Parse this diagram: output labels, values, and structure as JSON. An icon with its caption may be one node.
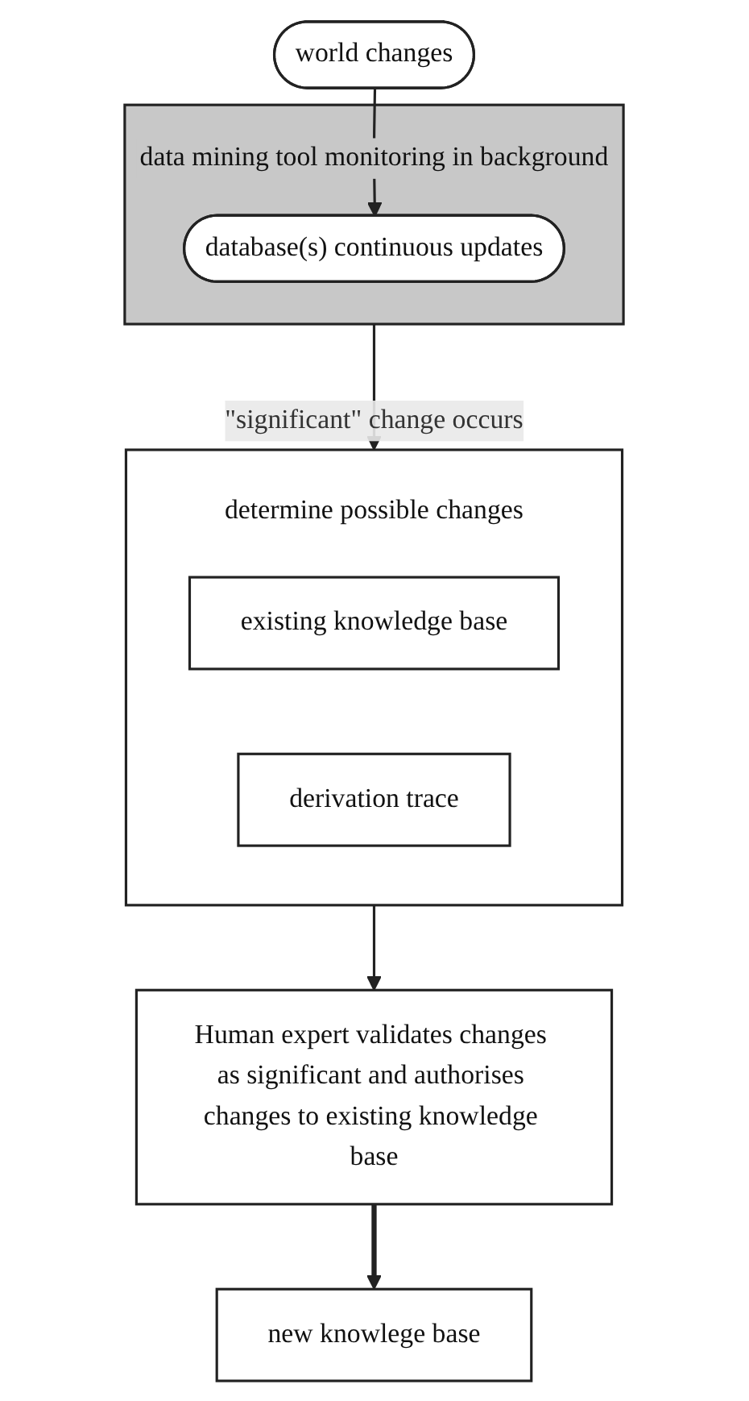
{
  "diagram": {
    "nodes": [
      {
        "text": [
          "world changes"
        ]
      },
      {
        "text": [
          "data mining tool monitoring in background"
        ]
      },
      {
        "text": [
          "database(s) continuous updates"
        ],
        "in": 1
      },
      {
        "text": [
          "determine possible changes"
        ]
      },
      {
        "text": [
          "existing knowledge base"
        ],
        "in": 3
      },
      {
        "text": [
          "derivation trace"
        ],
        "in": 3
      },
      {
        "text": [
          "Human expert validates changes as significant and authorises changes to existing knowledge base"
        ]
      },
      {
        "text": [
          "new knowlege base"
        ]
      }
    ],
    "edges": [
      {
        "from": 0,
        "to": 2,
        "arrow": "to"
      },
      {
        "from": 1,
        "to": 3,
        "label": "\"significant\" change occurs",
        "arrow": "to"
      },
      {
        "from": 3,
        "to": 6,
        "arrow": "to"
      },
      {
        "from": 6,
        "to": 7,
        "arrow": "to",
        "style": "thick"
      }
    ]
  }
}
